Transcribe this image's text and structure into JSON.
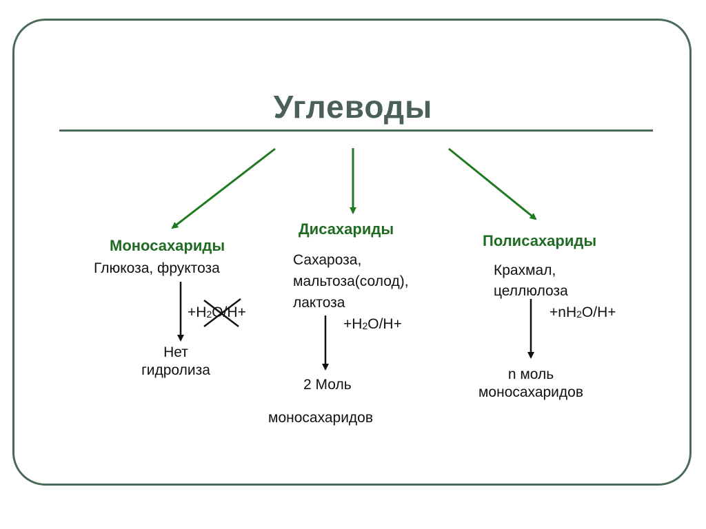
{
  "title": "Углеводы",
  "colors": {
    "heading": "#1f6b22",
    "arrow_green": "#1f7a1f",
    "frame": "#4a6a58",
    "text": "#111111"
  },
  "branches": {
    "mono": {
      "heading": "Моносахариды",
      "examples": "Глюкоза, фруктоза",
      "reagent": {
        "pre": "+H",
        "sub": "2",
        "post": "O/H+"
      },
      "reagent_crossed": true,
      "result_line1": "Нет",
      "result_line2": "гидролиза"
    },
    "di": {
      "heading": "Дисахариды",
      "examples_line1": "Сахароза,",
      "examples_line2": "мальтоза(солод),",
      "examples_line3": "лактоза",
      "reagent": {
        "pre": "+H",
        "sub": "2",
        "post": "O/H+"
      },
      "result_line1": "2 Моль",
      "result_line2": "моносахаридов"
    },
    "poly": {
      "heading": "Полисахариды",
      "examples_line1": "Крахмал,",
      "examples_line2": "целлюлоза",
      "reagent": {
        "pre": "+nH",
        "sub": "2",
        "post": "O/H+"
      },
      "result_line1": "n моль",
      "result_line2": "моносахаридов"
    }
  }
}
